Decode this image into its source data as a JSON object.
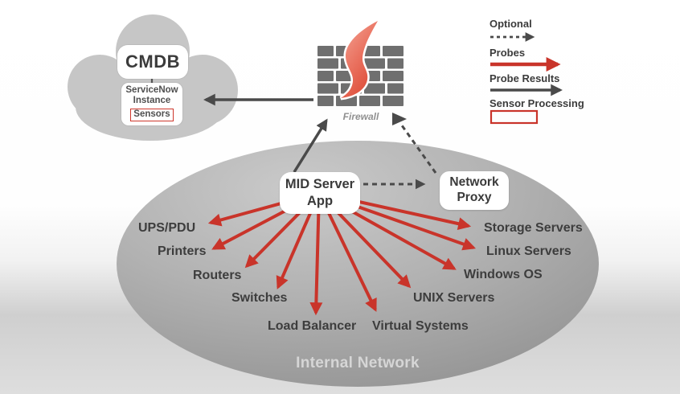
{
  "cloud": {
    "cmdb_label": "CMDB",
    "instance_line1": "ServiceNow",
    "instance_line2": "Instance",
    "sensors_label": "Sensors"
  },
  "firewall": {
    "caption": "Firewall"
  },
  "legend": {
    "optional_label": "Optional",
    "probes_label": "Probes",
    "probe_results_label": "Probe Results",
    "sensor_processing_label": "Sensor Processing"
  },
  "nodes": {
    "mid_server_line1": "MID Server",
    "mid_server_line2": "App",
    "network_proxy_line1": "Network",
    "network_proxy_line2": "Proxy"
  },
  "zone": {
    "label": "Internal Network"
  },
  "devices": [
    {
      "label": "UPS/PDU"
    },
    {
      "label": "Printers"
    },
    {
      "label": "Routers"
    },
    {
      "label": "Switches"
    },
    {
      "label": "Load Balancer"
    },
    {
      "label": "Virtual Systems"
    },
    {
      "label": "UNIX Servers"
    },
    {
      "label": "Windows OS"
    },
    {
      "label": "Linux Servers"
    },
    {
      "label": "Storage Servers"
    }
  ],
  "colors": {
    "probe_red": "#c9342a",
    "result_dark": "#4a4a4a",
    "cloud_gray": "#c6c6c6",
    "brick_gray": "#6f6f6f",
    "zone_gray_light": "#c9c9c9",
    "zone_gray_dark": "#8f8f8f"
  }
}
